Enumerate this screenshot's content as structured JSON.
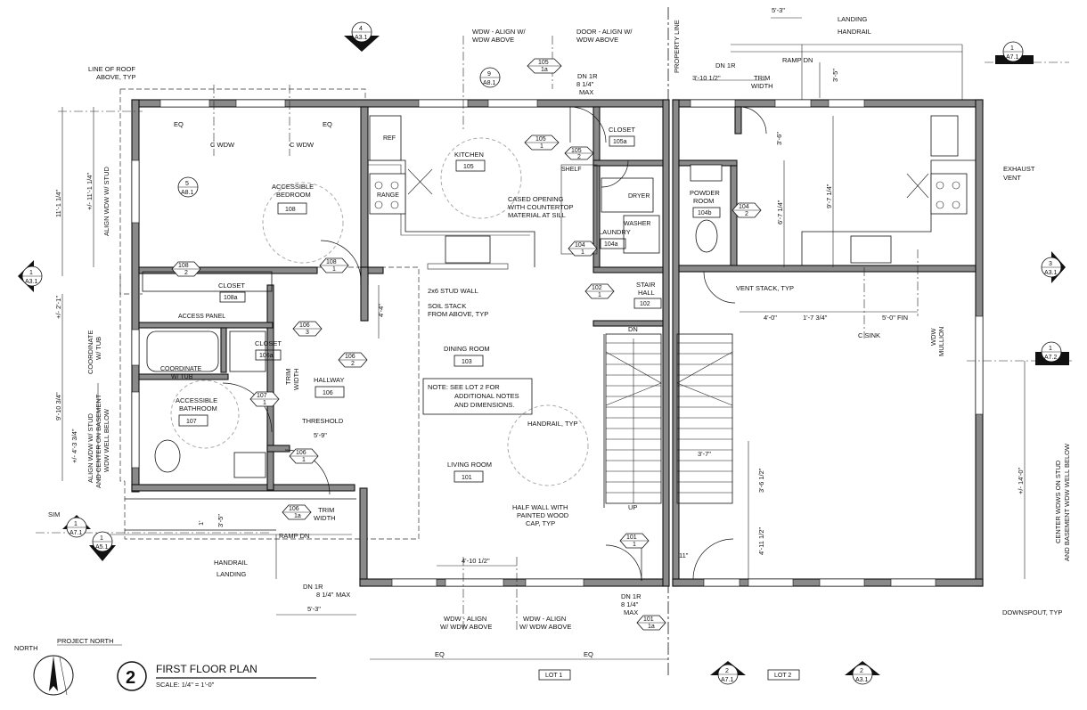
{
  "plan": {
    "title": "FIRST FLOOR PLAN",
    "number": "2",
    "scale": "SCALE:  1/4\" = 1'-0\"",
    "north_label": "NORTH",
    "project_north_label": "PROJECT NORTH",
    "lot1": "LOT 1",
    "lot2": "LOT 2",
    "property_line": "PROPERTY LINE"
  },
  "rooms": [
    {
      "name": "ACCESSIBLE BEDROOM",
      "line1": "ACCESSIBLE",
      "line2": "BEDROOM",
      "num": "108"
    },
    {
      "name": "KITCHEN",
      "num": "105"
    },
    {
      "name": "DINING ROOM",
      "num": "103"
    },
    {
      "name": "LIVING ROOM",
      "num": "101"
    },
    {
      "name": "HALLWAY",
      "num": "106"
    },
    {
      "name": "ACCESSIBLE BATHROOM",
      "line1": "ACCESSIBLE",
      "line2": "BATHROOM",
      "num": "107"
    },
    {
      "name": "CLOSET",
      "num": "108a"
    },
    {
      "name": "CLOSET",
      "num": "106a"
    },
    {
      "name": "CLOSET",
      "num": "105a"
    },
    {
      "name": "LAUNDRY",
      "num": "104a"
    },
    {
      "name": "STAIR HALL",
      "line1": "STAIR",
      "line2": "HALL",
      "num": "102"
    },
    {
      "name": "POWDER ROOM",
      "line1": "POWDER",
      "line2": "ROOM",
      "num": "104b"
    }
  ],
  "notes": {
    "line_of_roof": "LINE OF ROOF",
    "above_typ": "ABOVE, TYP",
    "wdw_align_1": "WDW - ALIGN W/",
    "wdw_above": "WDW ABOVE",
    "door_align_1": "DOOR - ALIGN W/",
    "door_above": "WDW ABOVE",
    "dn_1r": "DN 1R",
    "eight_max_1": "8 1/4\"",
    "eight_max_2": "MAX",
    "landing": "LANDING",
    "handrail": "HANDRAIL",
    "ramp_dn": "RAMP DN",
    "trim_1": "TRIM",
    "trim_2": "WIDTH",
    "eq": "EQ",
    "c_wdw": "C WDW",
    "ref": "REF",
    "range": "RANGE",
    "shelf": "SHELF",
    "dryer": "DRYER",
    "washer": "WASHER",
    "cased_1": "CASED OPENING",
    "cased_2": "WITH COUNTERTOP",
    "cased_3": "MATERIAL AT SILL",
    "stud_wall": "2x6 STUD WALL",
    "soil_1": "SOIL STACK",
    "soil_2": "FROM ABOVE, TYP",
    "access_panel": "ACCESS PANEL",
    "coordinate": "COORDINATE",
    "w_tub": "W/ TUB",
    "threshold": "THRESHOLD",
    "note_1": "NOTE:  SEE LOT 2 FOR",
    "note_2": "ADDITIONAL NOTES",
    "note_3": "AND DIMENSIONS.",
    "handrail_typ": "HANDRAIL, TYP",
    "half_1": "HALF WALL WITH",
    "half_2": "PAINTED WOOD",
    "half_3": "CAP, TYP",
    "dn": "DN",
    "up": "UP",
    "vent_stack": "VENT STACK, TYP",
    "c_sink": "C SINK",
    "fin": "5'-0\" FIN",
    "wdw_mullion_1": "WDW",
    "wdw_mullion_2": "MULLION",
    "exhaust_1": "EXHAUST",
    "exhaust_2": "VENT",
    "downspout": "DOWNSPOUT, TYP",
    "center_1": "CENTER WDWS ON STUD",
    "center_2": "AND BASEMENT WDW WELL BELOW",
    "align_stud": "ALIGN WDW W/ STUD",
    "align_stud_2a": "ALIGN WDW W/ STUD",
    "align_stud_2b": "AND CENTER ON BASEMENT",
    "align_stud_2c": "WDW WELL BELOW",
    "coord_w_tub_1": "COORDINATE",
    "coord_w_tub_2": "W/ TUB",
    "sim": "SIM",
    "wdw_align_bottom_1": "WDW - ALIGN",
    "wdw_align_bottom_2": "W/ WDW ABOVE"
  },
  "dims": {
    "d_5_3": "5'-3\"",
    "d_3_5": "3'-5\"",
    "d_3_10": "3'-10 1/2\"",
    "d_3_6": "3'-6\"",
    "d_11_1": "11'-1 1/4\"",
    "d_11_1b": "+/- 11'-1 1/4\"",
    "d_9_7": "9'-7 1/4\"",
    "d_6_7": "6'-7 1/4\"",
    "d_4_4": "4'-4\"",
    "d_2_1": "+/- 2'-1\"",
    "d_9_10": "9'-10 3/4\"",
    "d_4_3": "+/- 4'-3 3/4\"",
    "d_4_0": "4'-0\"",
    "d_1_7": "1'-7 3/4\"",
    "d_5_9": "5'-9\"",
    "d_3_7": "3'-7\"",
    "d_3_6b": "3'-6 1/2\"",
    "d_4_11": "4'-11 1/2\"",
    "d_14_0": "+/- 14'-0\"",
    "d_4_10": "4'-10 1/2\"",
    "d_11": "11\"",
    "d_5_3b": "5'-3\"",
    "d_3_5b": "3'-5\"",
    "d_1": "1'",
    "d_5c": "5'-3\""
  },
  "tags": {
    "t105_1a": "105",
    "t105_1b": "1a",
    "t105_1": "105",
    "t105_1n": "1",
    "t105_2": "105",
    "t105_2n": "2",
    "t104_1": "104",
    "t104_1n": "1",
    "t104_2": "104",
    "t104_2n": "2",
    "t102_1": "102",
    "t102_1n": "1",
    "t108_1": "108",
    "t108_1n": "1",
    "t108_2": "108",
    "t108_2n": "2",
    "t106_3": "106",
    "t106_3n": "3",
    "t106_2": "106",
    "t106_2n": "2",
    "t106_1": "106",
    "t106_1n": "1",
    "t106_1a": "106",
    "t106_1an": "1a",
    "t107_1": "107",
    "t107_1n": "1",
    "t101_1": "101",
    "t101_1n": "1",
    "t101_1a": "101",
    "t101_1an": "1a"
  },
  "sections": [
    {
      "num": "4",
      "sheet": "A3.1"
    },
    {
      "num": "1",
      "sheet": "A7.1"
    },
    {
      "num": "1",
      "sheet": "A3.1"
    },
    {
      "num": "3",
      "sheet": "A3.1"
    },
    {
      "num": "1",
      "sheet": "A7.2"
    },
    {
      "num": "1",
      "sheet": "A7.1"
    },
    {
      "num": "1",
      "sheet": "A5.1"
    },
    {
      "num": "2",
      "sheet": "A7.1"
    },
    {
      "num": "2",
      "sheet": "A3.1"
    }
  ],
  "details": [
    {
      "num": "9",
      "sheet": "A8.1"
    },
    {
      "num": "5",
      "sheet": "A8.1"
    }
  ]
}
